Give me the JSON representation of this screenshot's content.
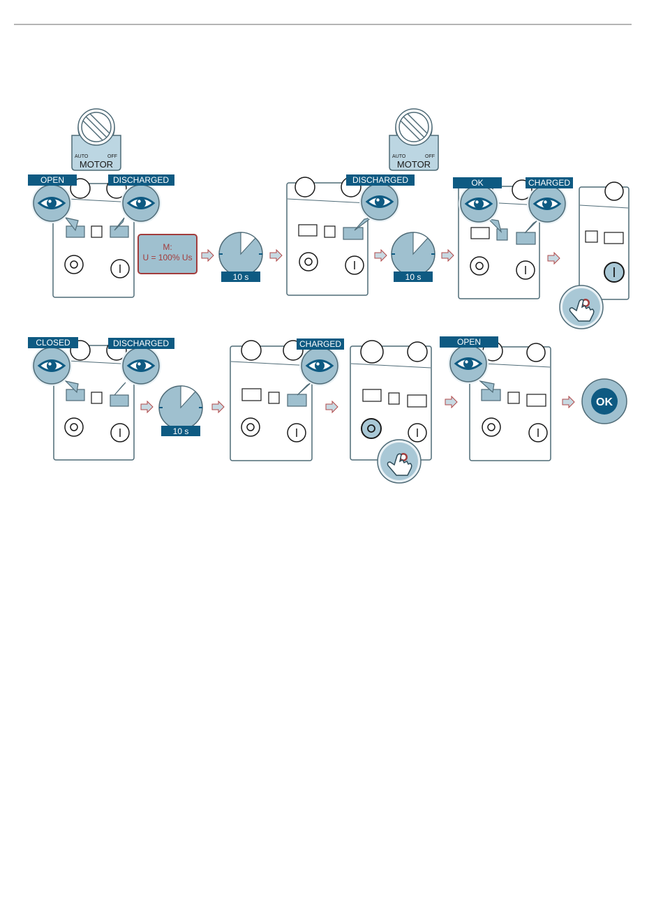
{
  "motor_switch": {
    "auto_label": "AUTO",
    "off_label": "OFF",
    "title": "MOTOR"
  },
  "row1": {
    "step1": {
      "left_label": "OPEN",
      "right_label": "DISCHARGED"
    },
    "message": {
      "line1": "M:",
      "line2": "U = 100% Us"
    },
    "timer1": "10 s",
    "step2": {
      "label": "DISCHARGED"
    },
    "timer2": "10 s",
    "step3": {
      "left_label": "OK",
      "right_label": "CHARGED"
    }
  },
  "row2": {
    "step1": {
      "left_label": "CLOSED",
      "right_label": "DISCHARGED"
    },
    "timer1": "10 s",
    "step2": {
      "label": "CHARGED"
    },
    "step4": {
      "label": "OPEN"
    },
    "final": "OK"
  },
  "colors": {
    "accent": "#0e5a82",
    "panel_stroke": "#4f6b77",
    "indicator_fill": "#9fc0cf",
    "message_border": "#a23c3c",
    "arrow_fill": "#c7d9e2",
    "arrow_stroke": "#b14848"
  },
  "icons": [
    "eye-icon",
    "clock-icon",
    "hand-press-icon",
    "arrow-right-icon",
    "motor-switch-icon"
  ]
}
